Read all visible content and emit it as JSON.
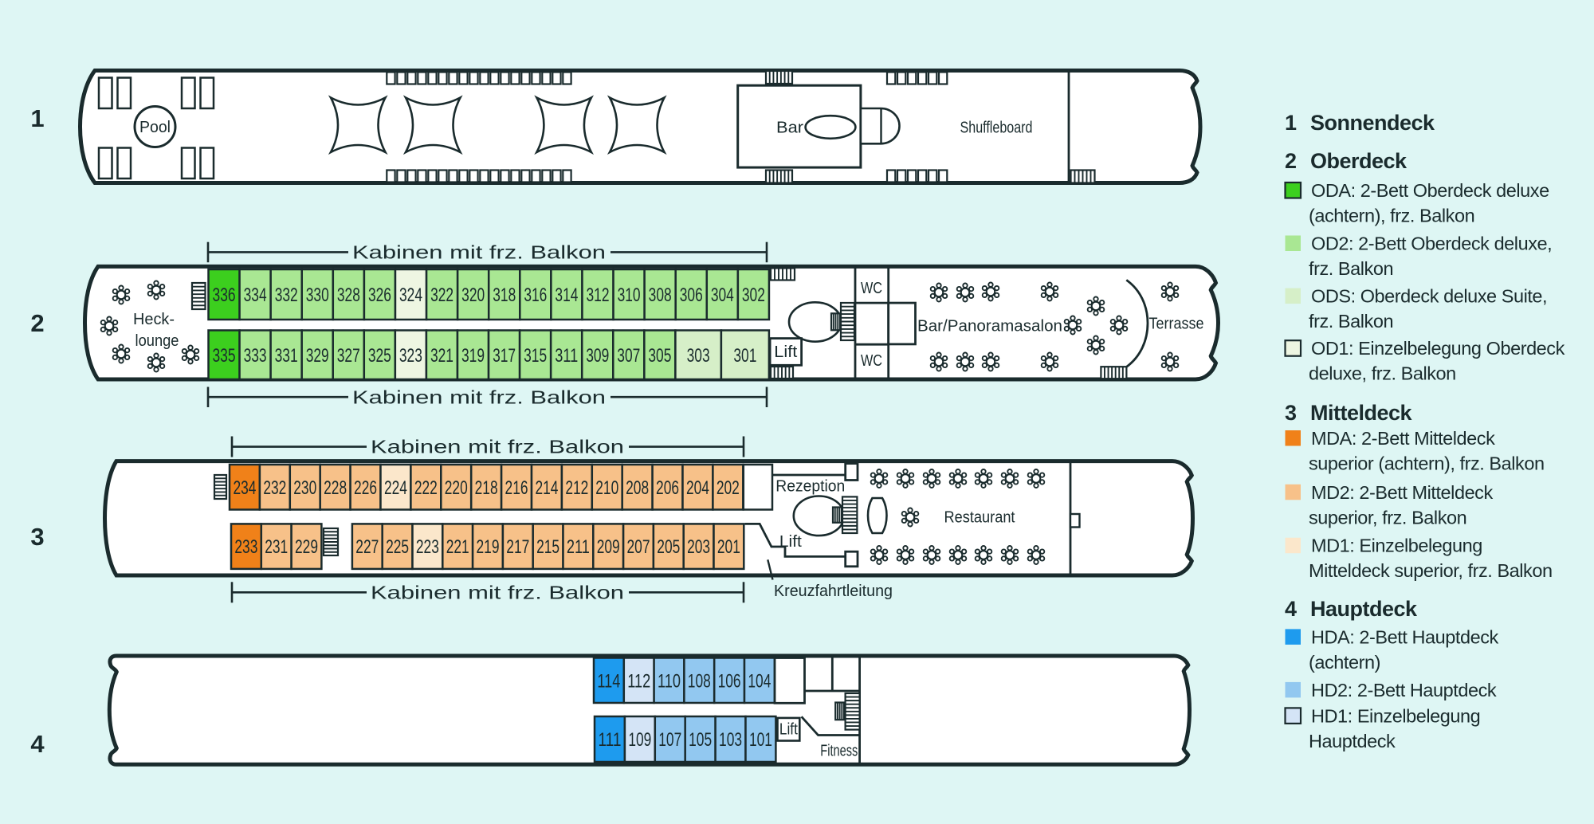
{
  "page": {
    "background": "#def6f4",
    "ink": "#1a2b2d"
  },
  "category_colors": {
    "ODA": "#3ccf1e",
    "OD2": "#a9e793",
    "ODS": "#d6efc8",
    "OD1": "#eef6e2",
    "MDA": "#f08119",
    "MD2": "#f7c189",
    "MD1": "#fbe7cb",
    "HDA": "#1e9bee",
    "HD2": "#92c8f0",
    "HD1": "#d4e4f6"
  },
  "deck1": {
    "number": "1",
    "pool_label": "Pool",
    "bar_label": "Bar",
    "shuffleboard_label": "Shuffleboard"
  },
  "deck2": {
    "number": "2",
    "heck_lounge_line1": "Heck-",
    "heck_lounge_line2": "lounge",
    "balkon_label_top": "Kabinen mit frz. Balkon",
    "balkon_label_bottom": "Kabinen mit frz. Balkon",
    "wc_label_top": "WC",
    "wc_label_bottom": "WC",
    "salon_label": "Bar/Panoramasalon",
    "terrasse_label": "Terrasse",
    "lift_label": "Lift",
    "cabins_top": [
      {
        "n": "336",
        "c": "ODA"
      },
      {
        "n": "334",
        "c": "OD2"
      },
      {
        "n": "332",
        "c": "OD2"
      },
      {
        "n": "330",
        "c": "OD2"
      },
      {
        "n": "328",
        "c": "OD2"
      },
      {
        "n": "326",
        "c": "OD2"
      },
      {
        "n": "324",
        "c": "OD1"
      },
      {
        "n": "322",
        "c": "OD2"
      },
      {
        "n": "320",
        "c": "OD2"
      },
      {
        "n": "318",
        "c": "OD2"
      },
      {
        "n": "316",
        "c": "OD2"
      },
      {
        "n": "314",
        "c": "OD2"
      },
      {
        "n": "312",
        "c": "OD2"
      },
      {
        "n": "310",
        "c": "OD2"
      },
      {
        "n": "308",
        "c": "OD2"
      },
      {
        "n": "306",
        "c": "OD2"
      },
      {
        "n": "304",
        "c": "OD2"
      },
      {
        "n": "302",
        "c": "OD2"
      }
    ],
    "cabins_bottom": [
      {
        "n": "335",
        "c": "ODA"
      },
      {
        "n": "333",
        "c": "OD2"
      },
      {
        "n": "331",
        "c": "OD2"
      },
      {
        "n": "329",
        "c": "OD2"
      },
      {
        "n": "327",
        "c": "OD2"
      },
      {
        "n": "325",
        "c": "OD2"
      },
      {
        "n": "323",
        "c": "OD1"
      },
      {
        "n": "321",
        "c": "OD2"
      },
      {
        "n": "319",
        "c": "OD2"
      },
      {
        "n": "317",
        "c": "OD2"
      },
      {
        "n": "315",
        "c": "OD2"
      },
      {
        "n": "311",
        "c": "OD2"
      },
      {
        "n": "309",
        "c": "OD2"
      },
      {
        "n": "307",
        "c": "OD2"
      },
      {
        "n": "305",
        "c": "OD2"
      },
      {
        "n": "303",
        "c": "ODS",
        "w": 57.5
      },
      {
        "n": "301",
        "c": "ODS",
        "w": 60
      }
    ]
  },
  "deck3": {
    "number": "3",
    "balkon_label_top": "Kabinen mit frz. Balkon",
    "balkon_label_bottom": "Kabinen mit frz. Balkon",
    "rezeption_label": "Rezeption",
    "restaurant_label": "Restaurant",
    "lift_label": "Lift",
    "kreuzfahrtleitung_label": "Kreuzfahrtleitung",
    "cabins_top": [
      {
        "n": "234",
        "c": "MDA"
      },
      {
        "n": "232",
        "c": "MD2"
      },
      {
        "n": "230",
        "c": "MD2"
      },
      {
        "n": "228",
        "c": "MD2"
      },
      {
        "n": "226",
        "c": "MD2"
      },
      {
        "n": "224",
        "c": "MD1"
      },
      {
        "n": "222",
        "c": "MD2"
      },
      {
        "n": "220",
        "c": "MD2"
      },
      {
        "n": "218",
        "c": "MD2"
      },
      {
        "n": "216",
        "c": "MD2"
      },
      {
        "n": "214",
        "c": "MD2"
      },
      {
        "n": "212",
        "c": "MD2"
      },
      {
        "n": "210",
        "c": "MD2"
      },
      {
        "n": "208",
        "c": "MD2"
      },
      {
        "n": "206",
        "c": "MD2"
      },
      {
        "n": "204",
        "c": "MD2"
      },
      {
        "n": "202",
        "c": "MD2"
      }
    ],
    "cabins_bottom": [
      {
        "n": "233",
        "c": "MDA"
      },
      {
        "n": "231",
        "c": "MD2"
      },
      {
        "n": "229",
        "c": "MD2"
      },
      {
        "gap": 38.5
      },
      {
        "n": "227",
        "c": "MD2"
      },
      {
        "n": "225",
        "c": "MD2"
      },
      {
        "n": "223",
        "c": "MD1"
      },
      {
        "n": "221",
        "c": "MD2"
      },
      {
        "n": "219",
        "c": "MD2"
      },
      {
        "n": "217",
        "c": "MD2"
      },
      {
        "n": "215",
        "c": "MD2"
      },
      {
        "n": "211",
        "c": "MD2"
      },
      {
        "n": "209",
        "c": "MD2"
      },
      {
        "n": "207",
        "c": "MD2"
      },
      {
        "n": "205",
        "c": "MD2"
      },
      {
        "n": "203",
        "c": "MD2"
      },
      {
        "n": "201",
        "c": "MD2"
      }
    ]
  },
  "deck4": {
    "number": "4",
    "lift_label": "Lift",
    "fitness_label": "Fitness",
    "cabins_top": [
      {
        "n": "114",
        "c": "HDA"
      },
      {
        "n": "112",
        "c": "HD1"
      },
      {
        "n": "110",
        "c": "HD2"
      },
      {
        "n": "108",
        "c": "HD2"
      },
      {
        "n": "106",
        "c": "HD2"
      },
      {
        "n": "104",
        "c": "HD2"
      }
    ],
    "cabins_bottom": [
      {
        "n": "111",
        "c": "HDA"
      },
      {
        "n": "109",
        "c": "HD1"
      },
      {
        "n": "107",
        "c": "HD2"
      },
      {
        "n": "105",
        "c": "HD2"
      },
      {
        "n": "103",
        "c": "HD2"
      },
      {
        "n": "101",
        "c": "HD2"
      }
    ]
  },
  "legend": {
    "sections": [
      {
        "number": "1",
        "title": "Sonnendeck",
        "items": []
      },
      {
        "number": "2",
        "title": "Oberdeck",
        "items": [
          {
            "code": "ODA",
            "color": "#3ccf1e",
            "bordered": true,
            "lines": [
              "ODA: 2-Bett Oberdeck deluxe",
              "(achtern), frz. Balkon"
            ]
          },
          {
            "code": "OD2",
            "color": "#a9e793",
            "bordered": false,
            "lines": [
              "OD2: 2-Bett Oberdeck deluxe,",
              "frz. Balkon"
            ]
          },
          {
            "code": "ODS",
            "color": "#d6efc8",
            "bordered": false,
            "lines": [
              "ODS: Oberdeck deluxe Suite,",
              "frz. Balkon"
            ]
          },
          {
            "code": "OD1",
            "color": "#eef6e2",
            "bordered": true,
            "lines": [
              "OD1: Einzelbelegung Oberdeck",
              "deluxe, frz. Balkon"
            ]
          }
        ]
      },
      {
        "number": "3",
        "title": "Mitteldeck",
        "items": [
          {
            "code": "MDA",
            "color": "#f08119",
            "bordered": false,
            "lines": [
              "MDA: 2-Bett Mitteldeck",
              "superior (achtern), frz. Balkon"
            ]
          },
          {
            "code": "MD2",
            "color": "#f7c189",
            "bordered": false,
            "lines": [
              "MD2: 2-Bett Mitteldeck",
              "superior, frz. Balkon"
            ]
          },
          {
            "code": "MD1",
            "color": "#fbe7cb",
            "bordered": false,
            "lines": [
              "MD1: Einzelbelegung",
              "Mitteldeck superior, frz. Balkon"
            ]
          }
        ]
      },
      {
        "number": "4",
        "title": "Hauptdeck",
        "items": [
          {
            "code": "HDA",
            "color": "#1e9bee",
            "bordered": false,
            "lines": [
              "HDA: 2-Bett Hauptdeck",
              "(achtern)"
            ]
          },
          {
            "code": "HD2",
            "color": "#92c8f0",
            "bordered": false,
            "lines": [
              "HD2: 2-Bett Hauptdeck"
            ]
          },
          {
            "code": "HD1",
            "color": "#d4e4f6",
            "bordered": true,
            "lines": [
              "HD1: Einzelbelegung",
              "Hauptdeck"
            ]
          }
        ]
      }
    ]
  }
}
